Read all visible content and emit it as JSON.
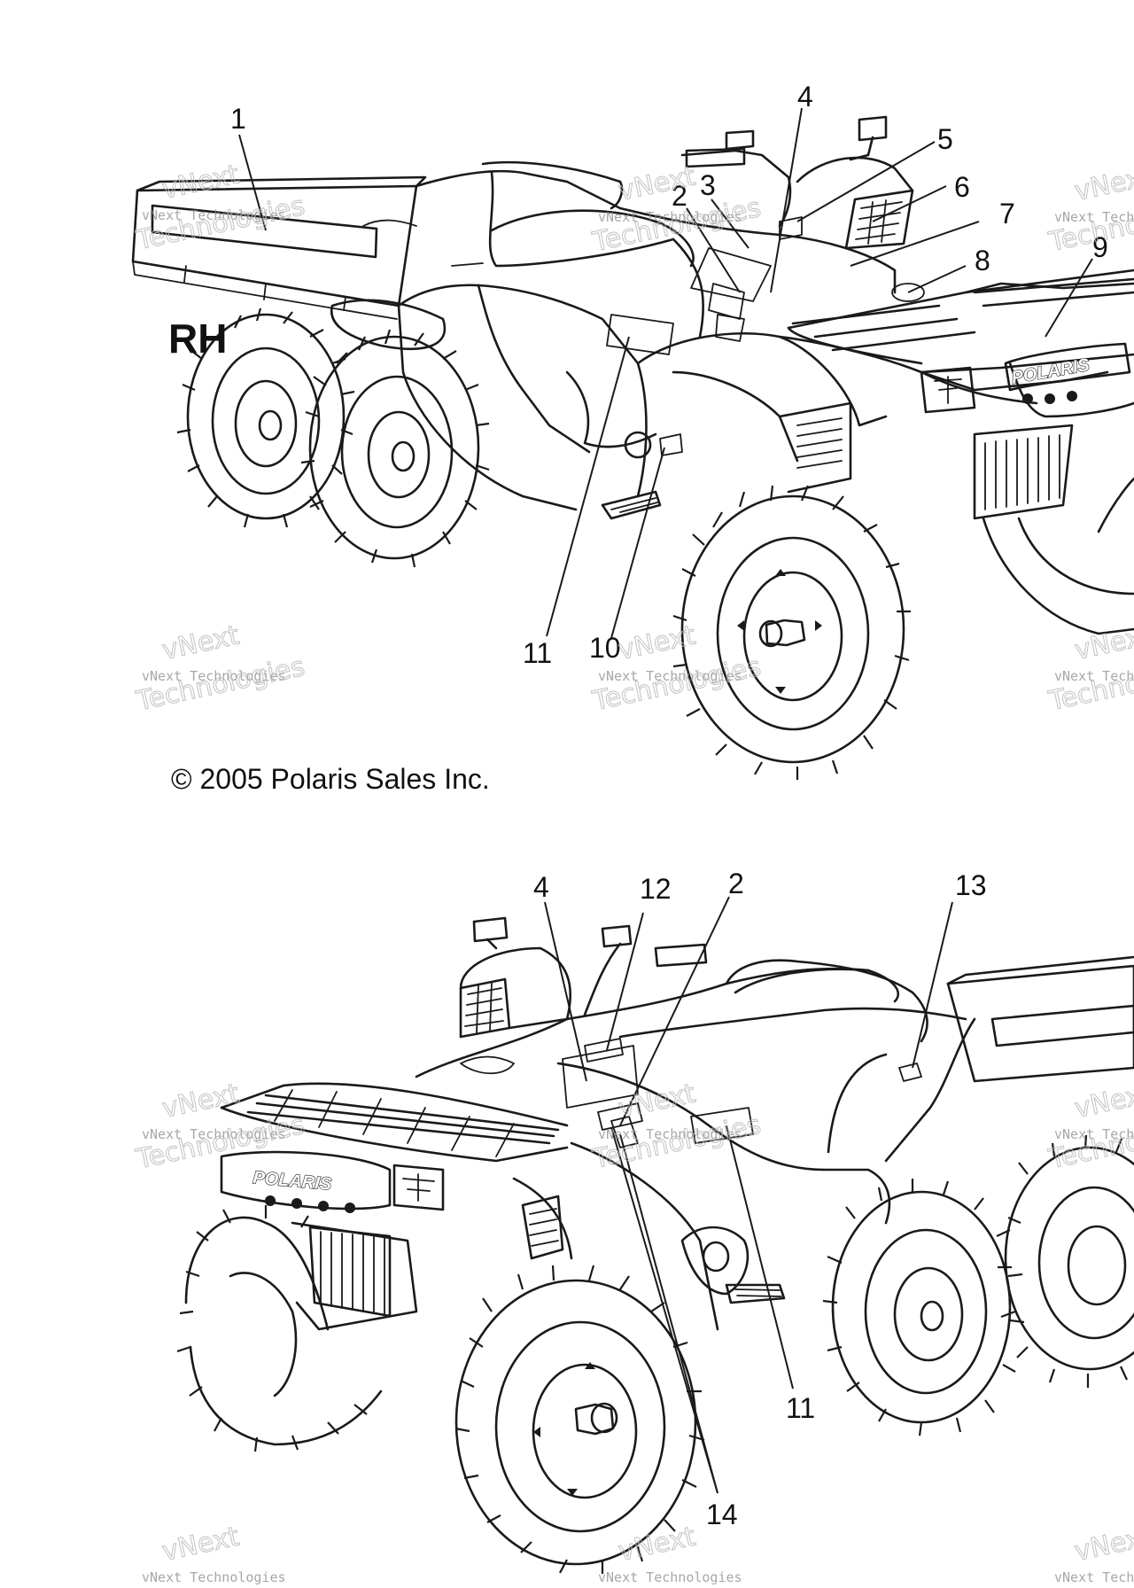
{
  "diagram": {
    "view_label": "RH",
    "copyright": "© 2005 Polaris Sales Inc.",
    "brand_text": "POLARIS",
    "watermark": {
      "line1": "vNext Technologies",
      "line2": "vNext",
      "line3": "Technologies"
    },
    "callouts_top": [
      "1",
      "2",
      "3",
      "4",
      "5",
      "6",
      "7",
      "8",
      "9",
      "10",
      "11"
    ],
    "callouts_bottom": [
      "4",
      "12",
      "2",
      "13",
      "11",
      "14"
    ]
  }
}
